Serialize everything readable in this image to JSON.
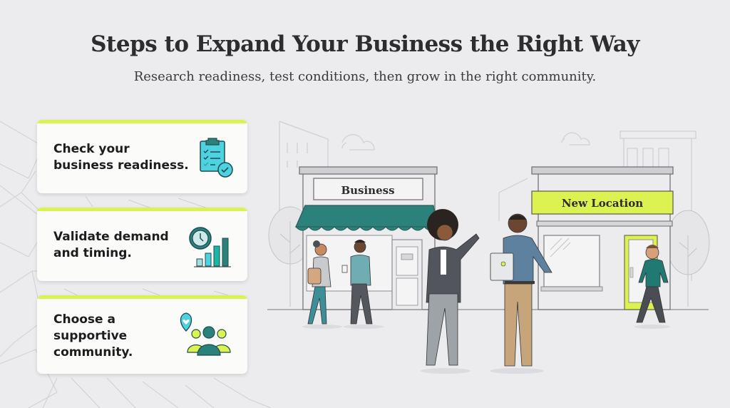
{
  "header": {
    "title": "Steps to Expand Your Business the Right Way",
    "subtitle": "Research readiness, test conditions, then grow in the right community."
  },
  "steps": [
    {
      "label_line1": "Check your",
      "label_line2": "business readiness.",
      "label_line3": "",
      "icon": "clipboard-check-icon"
    },
    {
      "label_line1": "Validate demand",
      "label_line2": "and timing.",
      "label_line3": "",
      "icon": "clock-bar-chart-icon"
    },
    {
      "label_line1": "Choose a",
      "label_line2": "supportive",
      "label_line3": "community.",
      "icon": "community-location-icon"
    }
  ],
  "scene": {
    "old_store_sign": "Business",
    "new_store_sign": "New Location"
  },
  "colors": {
    "accent_lime": "#dcf250",
    "teal": "#2b827b",
    "cyan": "#4fd2df",
    "background": "#ececee",
    "text_dark": "#2d2d30"
  }
}
